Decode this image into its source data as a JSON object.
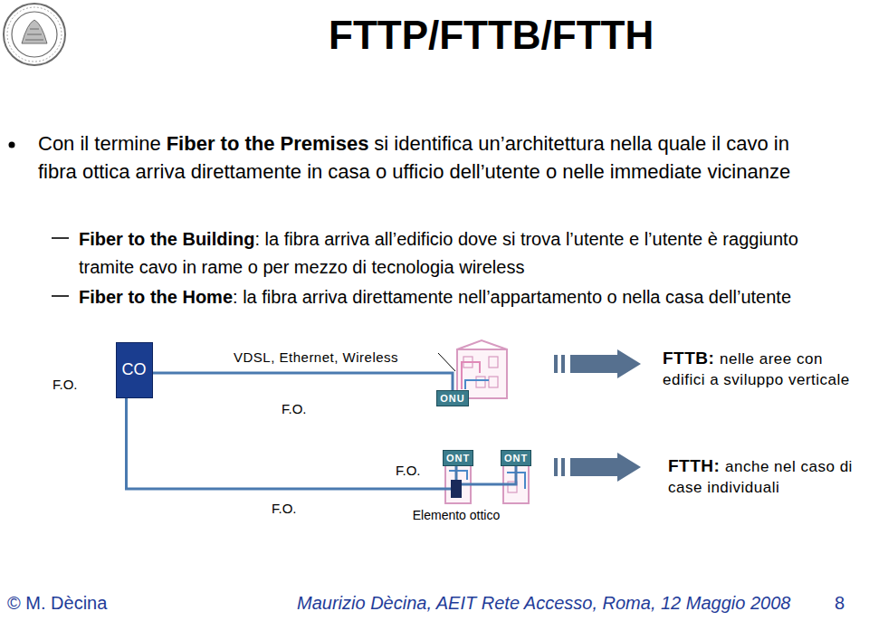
{
  "diagram": {
    "title": "FTTP/FTTB/FTTH",
    "nodes": [
      {
        "text": [
          "CO"
        ]
      },
      {
        "text": [
          "ONU"
        ]
      },
      {
        "text": [
          "Elemento ottico"
        ]
      },
      {
        "text": [
          "ONT"
        ]
      },
      {
        "text": [
          "ONT"
        ]
      }
    ],
    "edges": [
      {
        "from": 0,
        "to": 1,
        "arrow": "none"
      },
      {
        "from": 0,
        "to": 2,
        "arrow": "none"
      },
      {
        "from": 2,
        "to": 3,
        "arrow": "none"
      },
      {
        "from": 2,
        "to": 4,
        "arrow": "none"
      }
    ],
    "labels": [
      "Con il termine",
      "Fiber to the Premises",
      "si identifica un’architettura nella quale il cavo in fibra ottica arriva direttamente in casa o ufficio dell’utente o nelle immediate vicinanze",
      "Fiber to the Building",
      ": la fibra arriva all’edificio dove si trova l’utente e l’utente è raggiunto tramite cavo in rame o per mezzo di tecnologia wireless",
      "Fiber to the Home",
      ": la fibra arriva direttamente nell’appartamento o nella casa dell’utente",
      "F.O.",
      "VDSL, Ethernet, Wireless",
      "F.O.",
      "F.O.",
      "F.O.",
      "FTTB:",
      "nelle aree con edifici a sviluppo verticale",
      "FTTH:",
      "anche nel caso di case individuali",
      "© M. Dècina",
      "Maurizio Dècina, AEIT Rete Accesso, Roma, 12 Maggio 2008",
      "8"
    ]
  }
}
